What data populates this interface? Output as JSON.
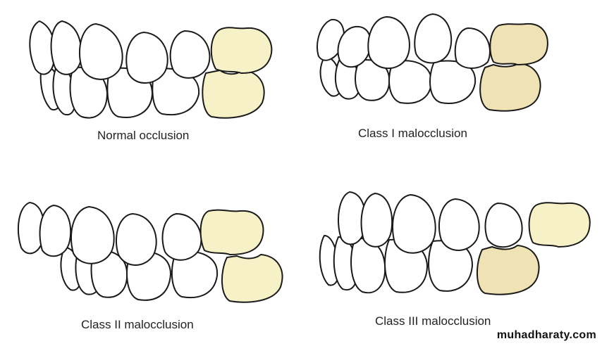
{
  "panels": [
    {
      "caption": "Normal occlusion"
    },
    {
      "caption": "Class I malocclusion"
    },
    {
      "caption": "Class II malocclusion"
    },
    {
      "caption": "Class III malocclusion"
    }
  ],
  "colors": {
    "tooth_fill": "#ffffff",
    "molar_fill": "#f7f1c8",
    "molar_fill_alt": "#efe2b5",
    "outline": "#1a1a1a"
  },
  "watermark": "muhadharaty.com"
}
